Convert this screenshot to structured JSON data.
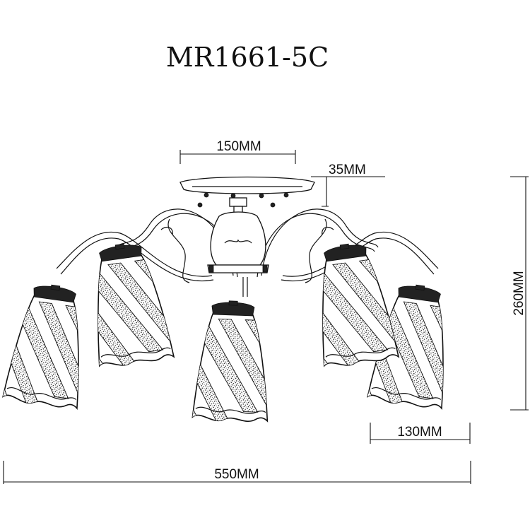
{
  "title": "MR1661-5C",
  "dimensions": {
    "canopy_width": "150MM",
    "canopy_height": "35MM",
    "total_height": "260MM",
    "shade_width": "130MM",
    "total_width": "550MM"
  }
}
